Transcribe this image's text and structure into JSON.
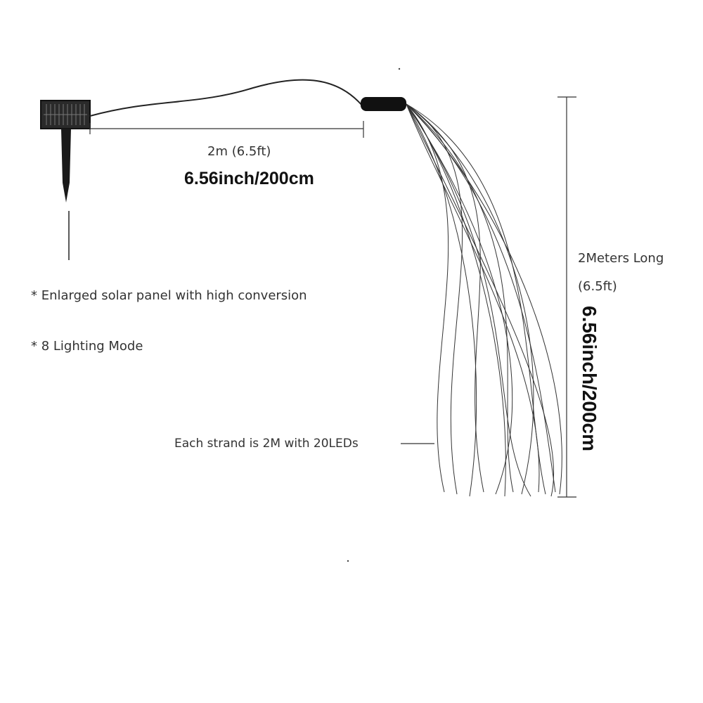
{
  "cable_length_label": "2m (6.5ft)",
  "cable_length_big": "6.56inch/200cm",
  "height_label": "2Meters Long",
  "height_label_ft": "(6.5ft)",
  "height_big": "6.56inch/200cm",
  "feature_1": "* Enlarged solar panel with high conversion",
  "feature_2": "* 8 Lighting Mode",
  "strand_label": "Each strand is 2M with 20LEDs",
  "colors": {
    "line": "#222222",
    "panel": "#2a2a2a",
    "text": "#333333"
  },
  "icons": [
    "solar-panel-icon",
    "controller-box-icon",
    "stake-icon"
  ]
}
